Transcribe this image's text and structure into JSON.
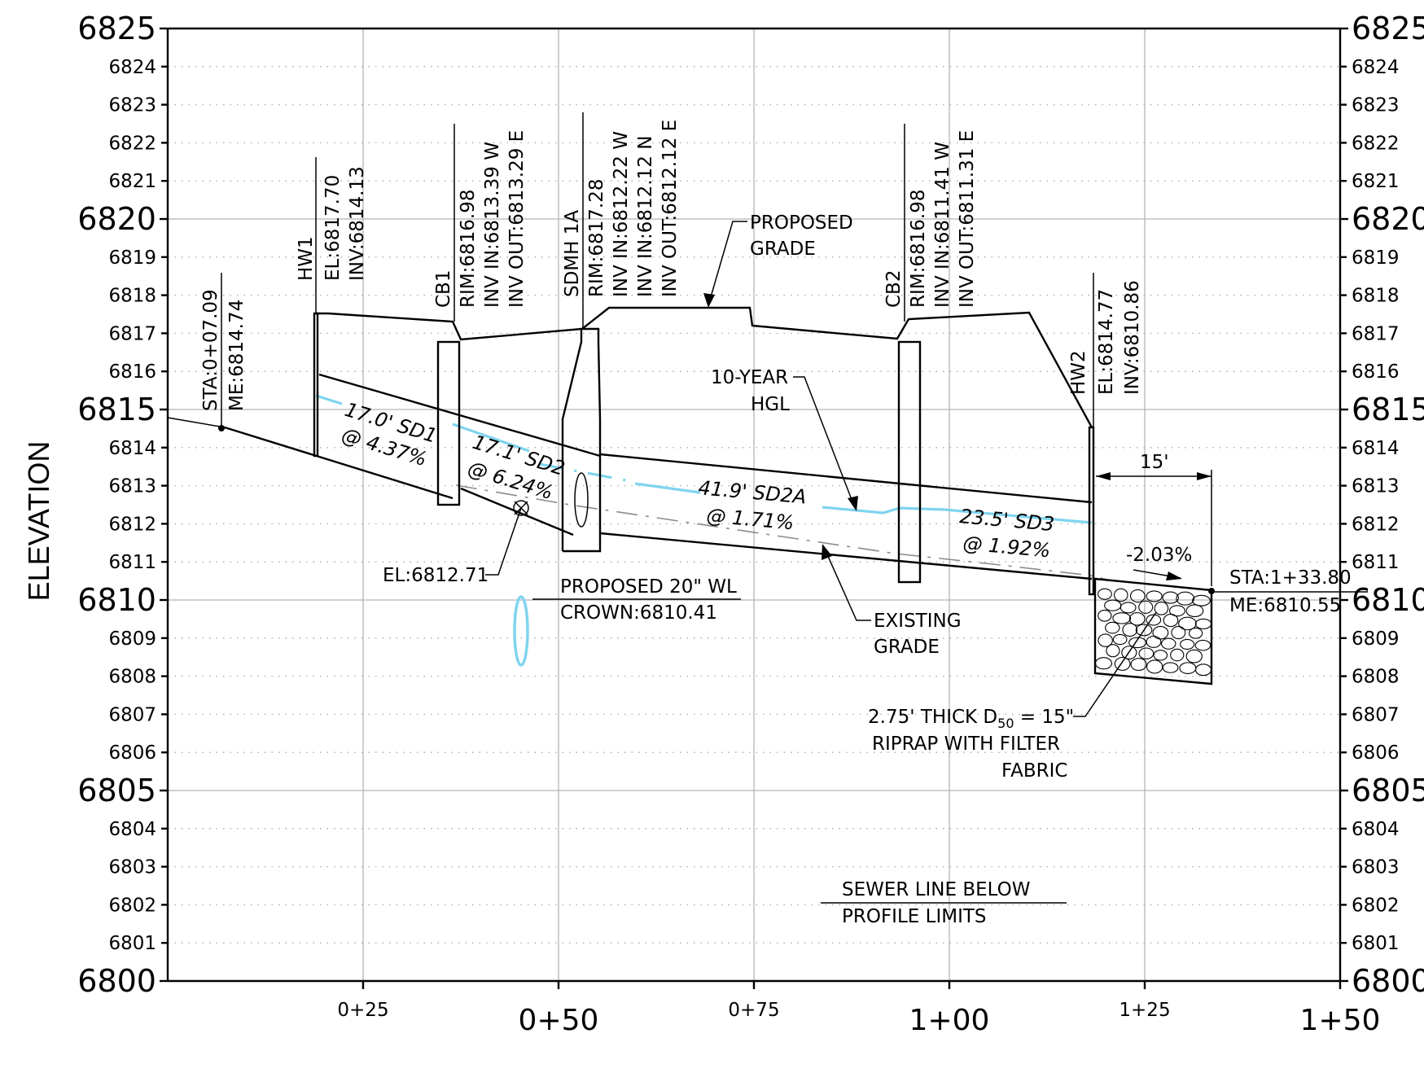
{
  "axes": {
    "y_label": "ELEVATION",
    "elevation_ticks_major": [
      "6825",
      "6820",
      "6815",
      "6810",
      "6805",
      "6800"
    ],
    "elevation_ticks_minor": [
      "6824",
      "6823",
      "6822",
      "6821",
      "6819",
      "6818",
      "6817",
      "6816",
      "6814",
      "6813",
      "6812",
      "6811",
      "6809",
      "6808",
      "6807",
      "6806",
      "6804",
      "6803",
      "6802",
      "6801"
    ],
    "station_ticks_major": [
      "0+50",
      "1+00",
      "1+50"
    ],
    "station_ticks_minor": [
      "0+25",
      "0+75",
      "1+25"
    ],
    "elevation_range": [
      6800,
      6825
    ],
    "station_range_ft": [
      0,
      150
    ]
  },
  "labels": {
    "begin_sta": "STA:0+07.09",
    "begin_me": "ME:6814.74",
    "hw1_name": "HW1",
    "hw1_el": "EL:6817.70",
    "hw1_inv": "INV:6814.13",
    "cb1_name": "CB1",
    "cb1_rim": "RIM:6816.98",
    "cb1_inv_in": "INV IN:6813.39 W",
    "cb1_inv_out": "INV OUT:6813.29 E",
    "sdmh_name": "SDMH 1A",
    "sdmh_rim": "RIM:6817.28",
    "sdmh_inv_in_w": "INV IN:6812.22 W",
    "sdmh_inv_in_n": "INV IN:6812.12 N",
    "sdmh_inv_out": "INV OUT:6812.12 E",
    "cb2_name": "CB2",
    "cb2_rim": "RIM:6816.98",
    "cb2_inv_in": "INV IN:6811.41 W",
    "cb2_inv_out": "INV OUT:6811.31 E",
    "hw2_name": "HW2",
    "hw2_el": "EL:6814.77",
    "hw2_inv": "INV:6810.86",
    "proposed_grade_1": "PROPOSED",
    "proposed_grade_2": "GRADE",
    "hgl_1": "10-YEAR",
    "hgl_2": "HGL",
    "existing_grade_1": "EXISTING",
    "existing_grade_2": "GRADE",
    "sd1_len": "17.0' SD1",
    "sd1_slope": "@ 4.37%",
    "sd2_len": "17.1' SD2",
    "sd2_slope": "@ 6.24%",
    "sd2a_len": "41.9' SD2A",
    "sd2a_slope": "@ 1.71%",
    "sd3_len": "23.5' SD3",
    "sd3_slope": "@ 1.92%",
    "crossing_el": "EL:6812.71",
    "wl_1": "PROPOSED 20\" WL",
    "wl_2": "CROWN:6810.41",
    "dim_15": "15'",
    "slope_end": "-2.03%",
    "end_sta": "STA:1+33.80",
    "end_me": "ME:6810.55",
    "riprap_1a": "2.75' THICK D",
    "riprap_1sub": "50",
    "riprap_1b": " = 15\"",
    "riprap_2": "RIPRAP WITH FILTER",
    "riprap_3": "FABRIC",
    "sewer_1": "SEWER LINE BELOW",
    "sewer_2": "PROFILE LIMITS"
  },
  "colors": {
    "hgl": "#7fd4ef",
    "grid": "#b3b3b3",
    "linework": "#000000"
  }
}
